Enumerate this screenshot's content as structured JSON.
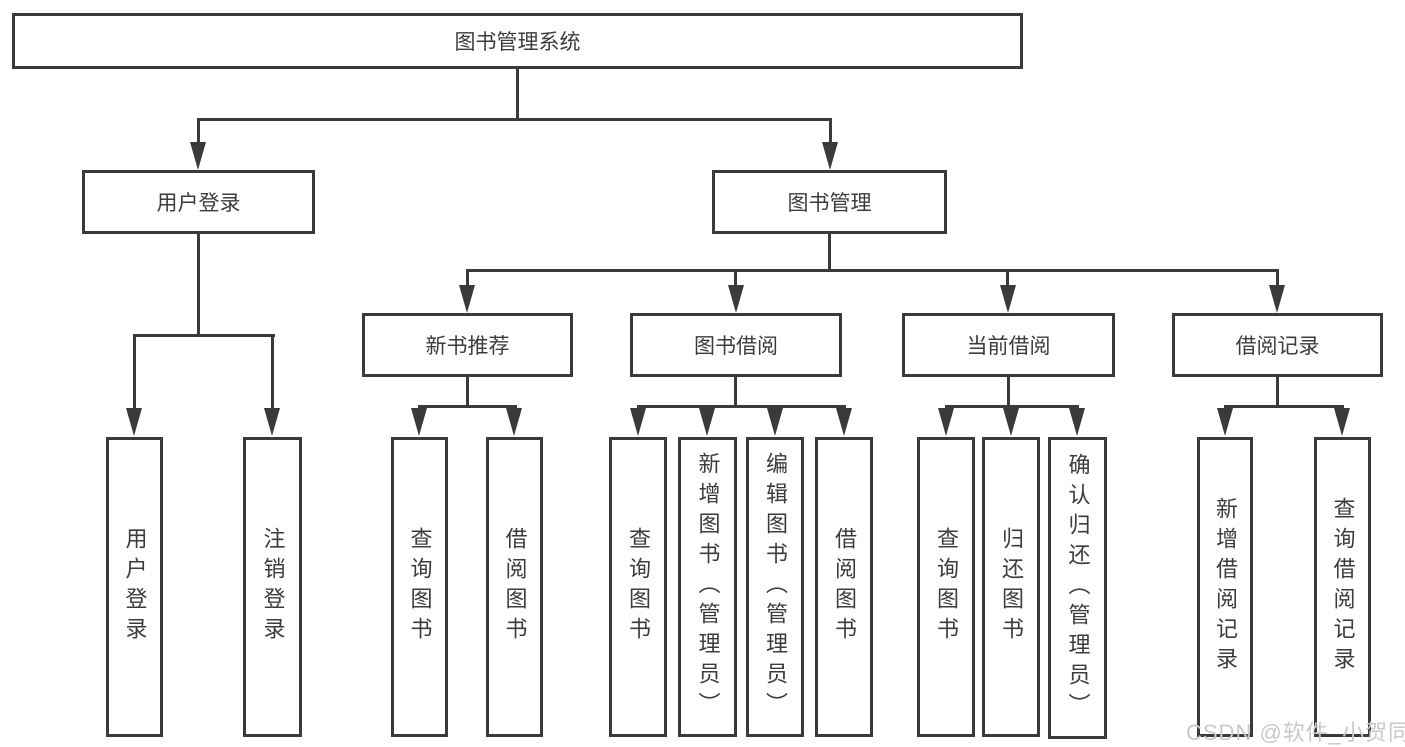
{
  "tree": {
    "root": {
      "label": "图书管理系统"
    },
    "branches": [
      {
        "label": "用户登录",
        "children": [
          {
            "label": "用户登录"
          },
          {
            "label": "注销登录"
          }
        ]
      },
      {
        "label": "图书管理",
        "children": [
          {
            "label": "新书推荐",
            "children": [
              {
                "label": "查询图书"
              },
              {
                "label": "借阅图书"
              }
            ]
          },
          {
            "label": "图书借阅",
            "children": [
              {
                "label": "查询图书"
              },
              {
                "label": "新增图书（管理员）"
              },
              {
                "label": "编辑图书（管理员）"
              },
              {
                "label": "借阅图书"
              }
            ]
          },
          {
            "label": "当前借阅",
            "children": [
              {
                "label": "查询图书"
              },
              {
                "label": "归还图书"
              },
              {
                "label": "确认归还（管理员）"
              }
            ]
          },
          {
            "label": "借阅记录",
            "children": [
              {
                "label": "新增借阅记录"
              },
              {
                "label": "查询借阅记录"
              }
            ]
          }
        ]
      }
    ]
  },
  "watermark": {
    "text": "CSDN @软件_小贺同学"
  },
  "colors": {
    "line": "#3a3a3a",
    "text": "#3c3c3c",
    "background": "#ffffff",
    "box_fill": "#ffffff",
    "watermark": "#c6cad0"
  }
}
